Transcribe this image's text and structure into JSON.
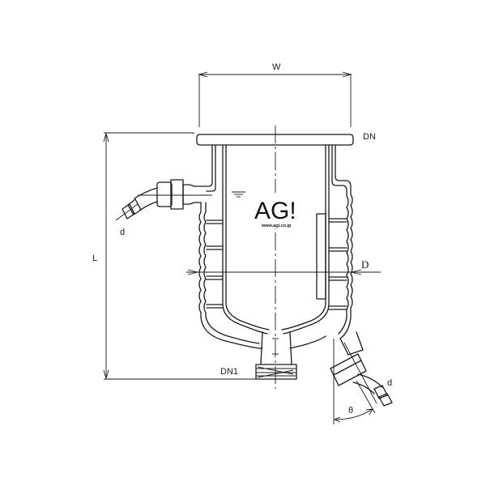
{
  "diagram": {
    "subject": "Jacketed glass reactor vessel with hose connections",
    "dimensions": {
      "width_label": "W",
      "length_label": "L",
      "diameter_label": "D",
      "top_flange_label": "DN",
      "bottom_outlet_label": "DN1",
      "hose_top_label": "d",
      "hose_bottom_label": "d",
      "angle_label": "θ"
    },
    "logo": {
      "text": "AG!",
      "url": "www.agi.co.jp"
    },
    "colors": {
      "line": "#1a1a1a",
      "background": "#ffffff"
    }
  }
}
